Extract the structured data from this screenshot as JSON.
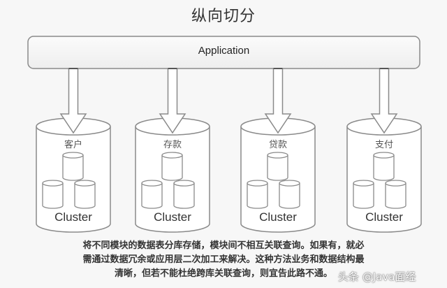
{
  "title": "纵向切分",
  "application": {
    "label": "Application"
  },
  "databases": [
    {
      "name": "客户",
      "cluster_label": "Cluster"
    },
    {
      "name": "存款",
      "cluster_label": "Cluster"
    },
    {
      "name": "贷款",
      "cluster_label": "Cluster"
    },
    {
      "name": "支付",
      "cluster_label": "Cluster"
    }
  ],
  "description": {
    "lines": [
      "将不同模块的数据表分库存储，模块间不相互关联查询。如果有，就必",
      "需通过数据冗余或应用层二次加工来解决。这种方法业务和数据结构最",
      "清晰，但若不能杜绝跨库关联查询，则宜告此路不通。"
    ]
  },
  "watermark": "头条 @Java面经",
  "colors": {
    "stroke": "#8a8a8a",
    "background": "#f7f7f7",
    "fill": "#ffffff"
  }
}
